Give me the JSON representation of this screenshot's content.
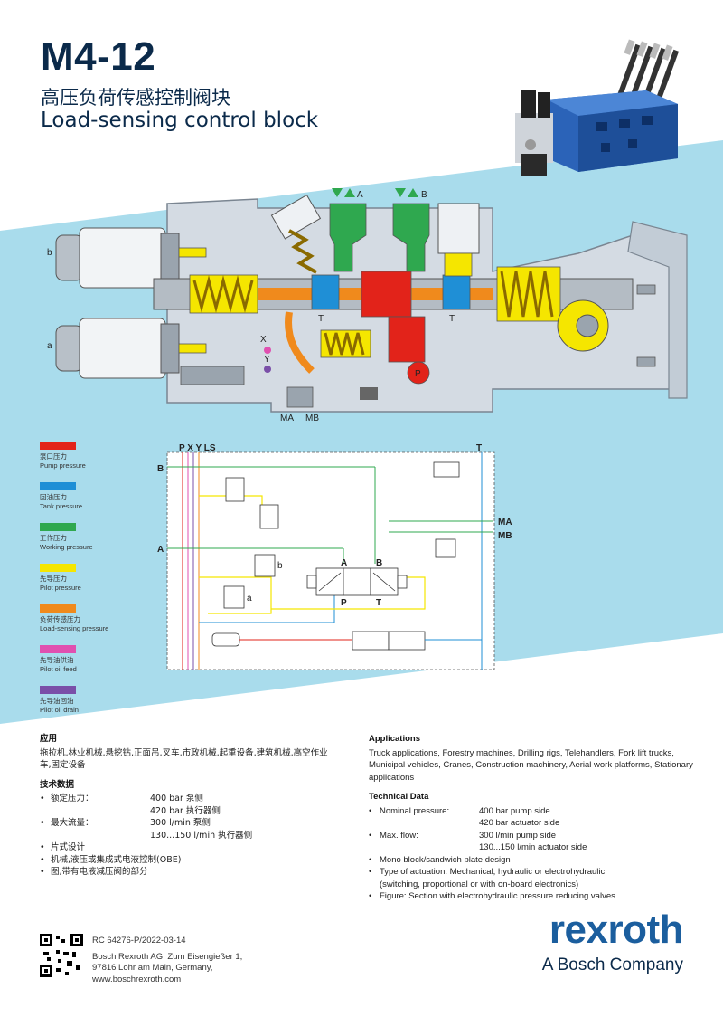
{
  "header": {
    "model": "M4-12",
    "title_zh": "高压负荷传感控制阀块",
    "title_en": "Load-sensing control block"
  },
  "section_labels": {
    "port_b": "b",
    "port_a": "a",
    "A": "A",
    "B": "B",
    "T": "T",
    "P": "P",
    "X": "X",
    "Y": "Y",
    "MA": "MA",
    "MB": "MB"
  },
  "legend": [
    {
      "zh": "泵口压力",
      "en": "Pump pressure",
      "color": "#e2231a"
    },
    {
      "zh": "回油压力",
      "en": "Tank pressure",
      "color": "#1f8fd6"
    },
    {
      "zh": "工作压力",
      "en": "Working pressure",
      "color": "#2fa84f"
    },
    {
      "zh": "先导压力",
      "en": "Pilot pressure",
      "color": "#f5e600"
    },
    {
      "zh": "负荷传感压力",
      "en": "Load-sensing pressure",
      "color": "#f08a1c"
    },
    {
      "zh": "先导油供油",
      "en": "Pilot oil feed",
      "color": "#e050b0"
    },
    {
      "zh": "先导油回油",
      "en": "Pilot oil drain",
      "color": "#7a4fa8"
    }
  ],
  "schematic_labels": {
    "top_ports": "P X Y LS",
    "top_T": "T",
    "left_B": "B",
    "left_A": "A",
    "right_MA": "MA",
    "right_MB": "MB",
    "spool_A": "A",
    "spool_B": "B",
    "spool_P": "P",
    "spool_T": "T",
    "sol_b": "b",
    "sol_a": "a"
  },
  "applications": {
    "heading_zh": "应用",
    "text_zh": "拖拉机,林业机械,悬挖钻,正面吊,叉车,市政机械,起重设备,建筑机械,高空作业车,固定设备",
    "heading_en": "Applications",
    "text_en": "Truck applications, Forestry machines, Drilling rigs, Telehandlers, Fork lift trucks, Municipal vehicles, Cranes, Construction machinery, Aerial work platforms, Stationary applications"
  },
  "technical_zh": {
    "heading": "技术数据",
    "pressure_label": "额定压力：",
    "pressure_v1": "400 bar 泵侧",
    "pressure_v2": "420 bar 执行器侧",
    "flow_label": "最大流量：",
    "flow_v1": "300 l/min 泵侧",
    "flow_v2": "130...150 l/min 执行器侧",
    "b3": "片式设计",
    "b4": "机械,液压或集成式电液控制(OBE)",
    "b5": "图,带有电液减压阀的部分"
  },
  "technical_en": {
    "heading": "Technical Data",
    "pressure_label": "Nominal pressure:",
    "pressure_v1": "400 bar pump side",
    "pressure_v2": "420 bar actuator side",
    "flow_label": "Max. flow:",
    "flow_v1": "300 l/min pump side",
    "flow_v2": "130...150 l/min actuator side",
    "b3": "Mono block/sandwich plate design",
    "b4a": "Type of actuation: Mechanical, hydraulic or electrohydraulic",
    "b4b": "(switching, proportional or with on-board electronics)",
    "b5": "Figure: Section with electrohydraulic pressure reducing valves"
  },
  "footer": {
    "doc": "RC 64276-P/2022-03-14",
    "addr1": "Bosch Rexroth AG, Zum Eisengießer 1,",
    "addr2": "97816 Lohr am Main, Germany,",
    "web": "www.boschrexroth.com"
  },
  "brand": {
    "name": "rexroth",
    "sub": "A Bosch Company"
  },
  "colors": {
    "band": "#a9dcec",
    "navy": "#0b2a4a",
    "brand_blue": "#1b5e9e"
  }
}
